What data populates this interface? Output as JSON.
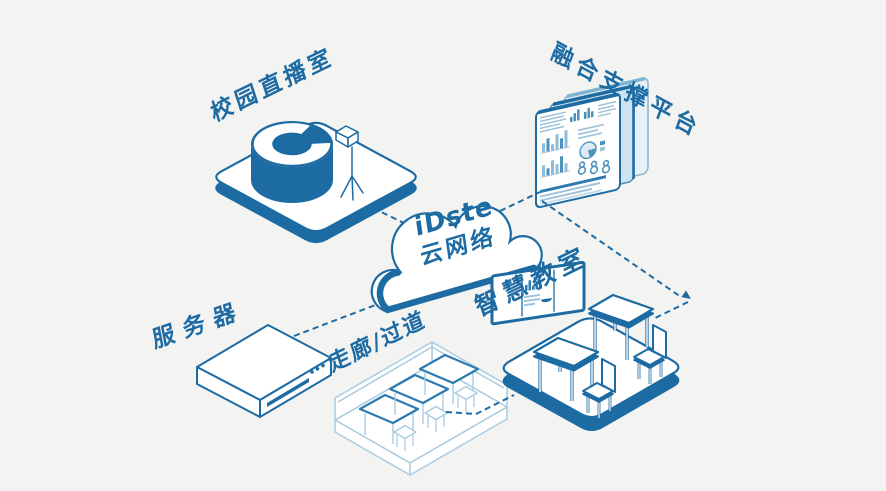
{
  "colors": {
    "background": "#f3f3f2",
    "primary": "#1d6ba3",
    "mid_blue": "#4e92bb",
    "accent_rim": "#2b7ab0",
    "light_blue": "#a9cbe0",
    "panel_fill_mid": "#cfe2ef",
    "panel_fill_back": "#e7f0f7"
  },
  "nodes": {
    "broadcast_room": {
      "label": "校园直播室"
    },
    "fusion_platform": {
      "label": "融合支撑平台"
    },
    "cloud": {
      "name": "iDste",
      "subtitle": "云网络"
    },
    "server": {
      "label": "服务器"
    },
    "corridor": {
      "label": "走廊/过道"
    },
    "smart_classroom": {
      "label": "智慧教室"
    }
  }
}
